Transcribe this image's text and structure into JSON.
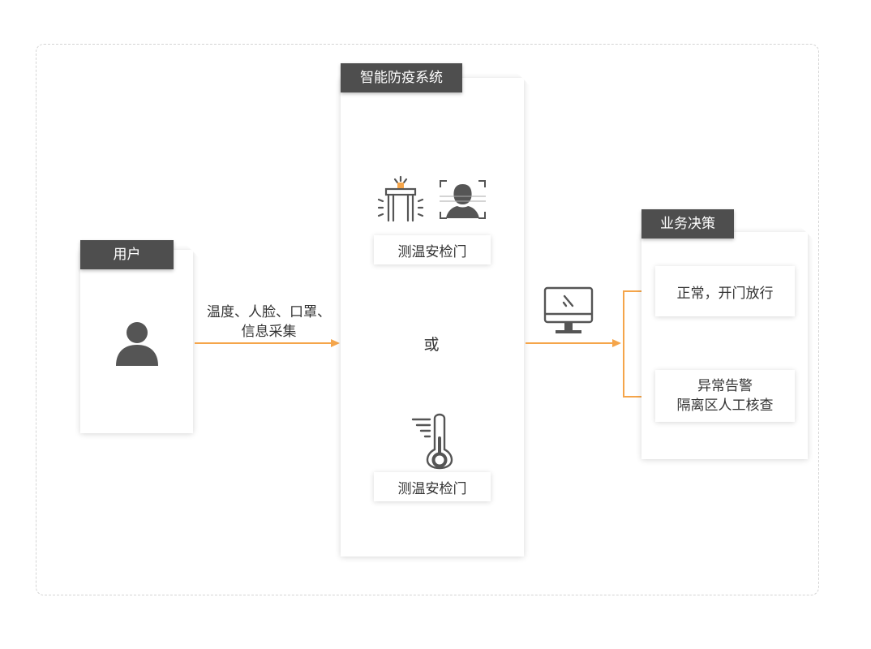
{
  "user": {
    "tag": "用户"
  },
  "collection": {
    "line1": "温度、人脸、口罩、",
    "line2": "信息采集"
  },
  "system": {
    "tag": "智能防疫系统",
    "option1_label": "测温安检门",
    "or_text": "或",
    "option2_label": "测温安检门"
  },
  "decision": {
    "tag": "业务决策",
    "normal": "正常，开门放行",
    "abnormal_line1": "异常告警",
    "abnormal_line2": "隔离区人工核查"
  },
  "colors": {
    "arrow": "#f5a54a",
    "tag_bg": "#4e4e4e",
    "icon": "#555555",
    "alarm": "#f5a54a"
  }
}
